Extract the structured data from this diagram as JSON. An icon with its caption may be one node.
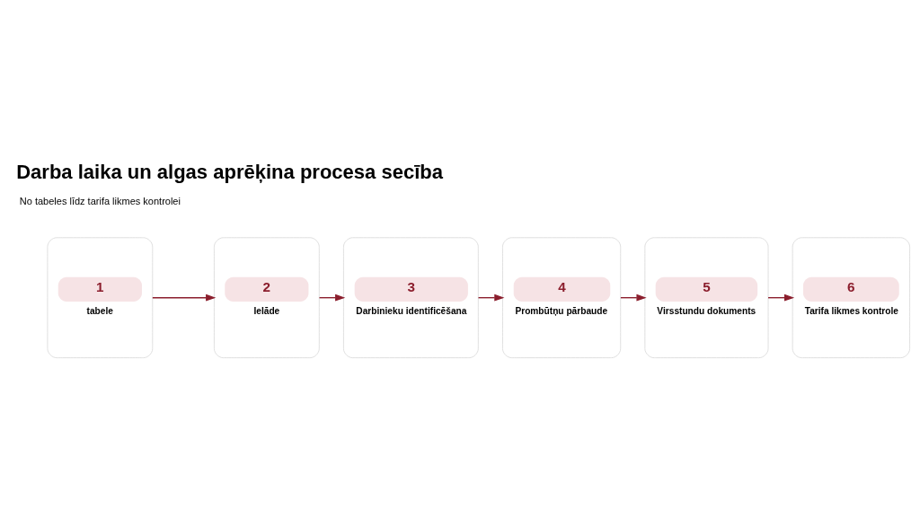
{
  "diagram": {
    "title": "Darba laika un algas aprēķina procesa secība",
    "nodes": [
      {
        "text": [
          "1",
          "tabele"
        ]
      },
      {
        "text": [
          "2",
          "Ielāde"
        ]
      },
      {
        "text": [
          "3",
          "Darbinieku identificēšana"
        ]
      },
      {
        "text": [
          "4",
          "Prombūtņu pārbaude"
        ]
      },
      {
        "text": [
          "5",
          "Virsstundu dokuments"
        ]
      },
      {
        "text": [
          "6",
          "Tarifa likmes kontrole"
        ]
      }
    ],
    "edges": [
      {
        "from": 0,
        "to": 1,
        "arrow": "to"
      },
      {
        "from": 1,
        "to": 2,
        "arrow": "to"
      },
      {
        "from": 2,
        "to": 3,
        "arrow": "to"
      },
      {
        "from": 3,
        "to": 4,
        "arrow": "to"
      },
      {
        "from": 4,
        "to": 5,
        "arrow": "to"
      }
    ],
    "labels": [
      "No tabeles līdz tarifa likmes kontrolei"
    ]
  }
}
